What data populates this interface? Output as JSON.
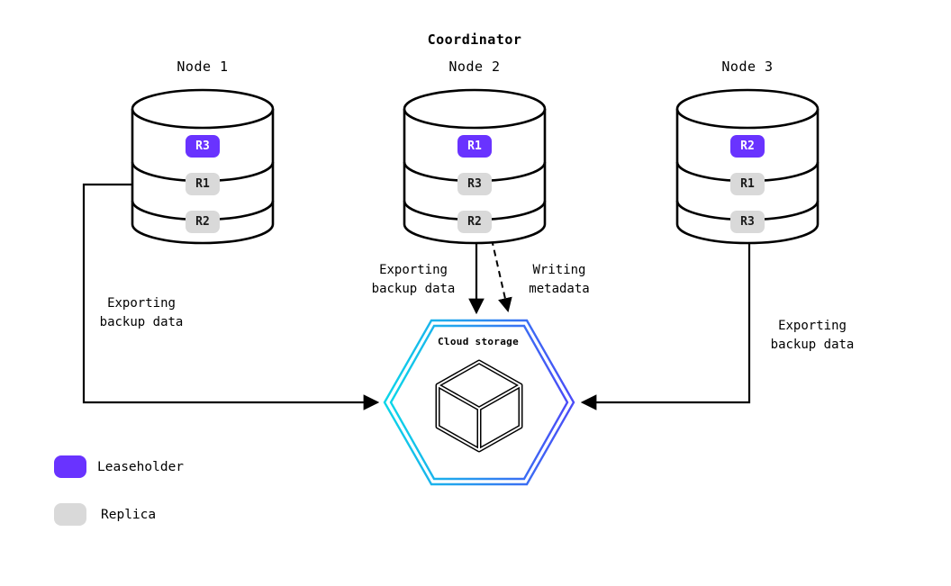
{
  "title": "Coordinator",
  "nodes": [
    {
      "label": "Node 1",
      "replicas": [
        {
          "id": "R3",
          "role": "leaseholder"
        },
        {
          "id": "R1",
          "role": "replica"
        },
        {
          "id": "R2",
          "role": "replica"
        }
      ]
    },
    {
      "label": "Node 2",
      "replicas": [
        {
          "id": "R1",
          "role": "leaseholder"
        },
        {
          "id": "R3",
          "role": "replica"
        },
        {
          "id": "R2",
          "role": "replica"
        }
      ]
    },
    {
      "label": "Node 3",
      "replicas": [
        {
          "id": "R2",
          "role": "leaseholder"
        },
        {
          "id": "R1",
          "role": "replica"
        },
        {
          "id": "R3",
          "role": "replica"
        }
      ]
    }
  ],
  "cloud_storage": {
    "label": "Cloud storage"
  },
  "edge_labels": {
    "node1_export": {
      "line1": "Exporting",
      "line2": "backup data"
    },
    "node2_export": {
      "line1": "Exporting",
      "line2": "backup data"
    },
    "node2_metadata": {
      "line1": "Writing",
      "line2": "metadata"
    },
    "node3_export": {
      "line1": "Exporting",
      "line2": "backup data"
    }
  },
  "legend": [
    {
      "label": "Leaseholder",
      "role": "leaseholder"
    },
    {
      "label": "Replica",
      "role": "replica"
    }
  ],
  "colors": {
    "leaseholder": "#6933FF",
    "replica": "#D9D9D9",
    "hex_gradient_start": "#0BD6E8",
    "hex_gradient_end": "#4B4BF7",
    "line": "#000000"
  }
}
